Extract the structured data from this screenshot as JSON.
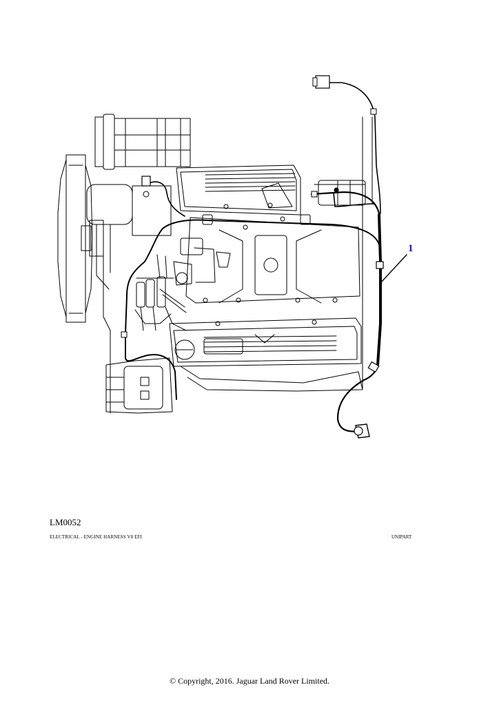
{
  "diagram": {
    "callouts": [
      {
        "label": "1"
      }
    ],
    "colors": {
      "line": "#000000",
      "callout": "#1a1aa6"
    }
  },
  "footer": {
    "drawing_code": "LM0052",
    "caption": "ELECTRICAL - ENGINE HARNESS V8 EFI",
    "supplier": "UNIPART",
    "copyright": "© Copyright, 2016. Jaguar Land Rover Limited."
  }
}
